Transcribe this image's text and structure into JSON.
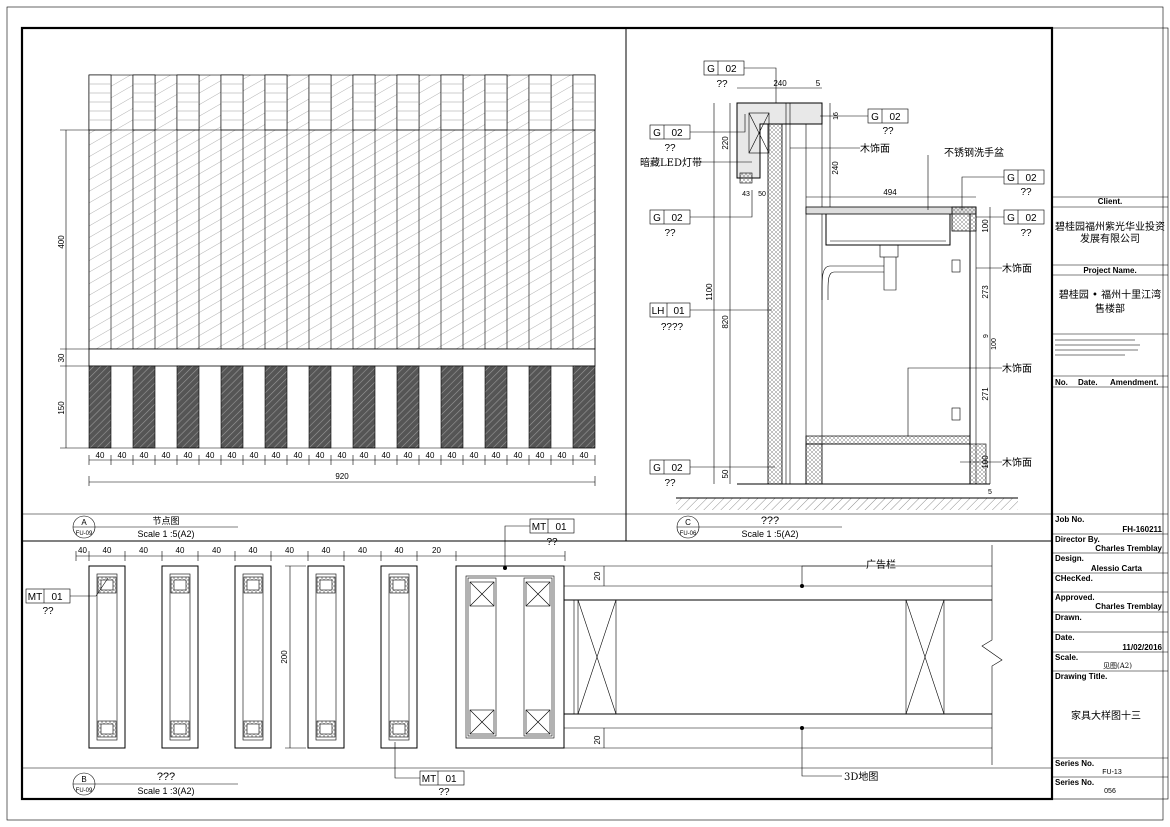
{
  "elevation_a": {
    "dims_bottom": [
      "40",
      "40",
      "40",
      "40",
      "40",
      "40",
      "40",
      "40",
      "40",
      "40",
      "40",
      "40",
      "40",
      "40",
      "40",
      "40",
      "40",
      "40",
      "40",
      "40",
      "40",
      "40",
      "40"
    ],
    "total_width": "920",
    "dims_left": [
      "400",
      "30",
      "150"
    ],
    "title": "节点图",
    "scale": "Scale 1 :5(A2)",
    "bubble_letter": "A",
    "bubble_ref": "FU-09"
  },
  "section_c": {
    "tags": [
      {
        "code": "G",
        "num": "02",
        "sub": "??"
      },
      {
        "code": "G",
        "num": "02",
        "sub": "??"
      },
      {
        "code": "G",
        "num": "02",
        "sub": "??"
      },
      {
        "code": "G",
        "num": "02",
        "sub": "??"
      },
      {
        "code": "G",
        "num": "02",
        "sub": "??"
      },
      {
        "code": "G",
        "num": "02",
        "sub": "??"
      },
      {
        "code": "LH",
        "num": "01",
        "sub": "????"
      },
      {
        "code": "G",
        "num": "02",
        "sub": "??"
      }
    ],
    "labels": {
      "wood1": "木饰面",
      "sink": "不锈钢洗手盆",
      "led": "暗藏LED灯带",
      "wood2": "木饰面",
      "wood3": "木饰面",
      "wood4": "木饰面"
    },
    "dims": {
      "top": "240",
      "top_small": "5",
      "d16": "16",
      "d240": "240",
      "d494": "494",
      "d43": "43",
      "d50": "50",
      "d220": "220",
      "d1100": "1100",
      "d820": "820",
      "d50b": "50",
      "d100": "100",
      "d273": "273",
      "d9": "9",
      "d100b": "100",
      "d271": "271",
      "d100c": "100",
      "d5": "5"
    },
    "title": "???",
    "scale": "Scale 1 :5(A2)",
    "bubble_letter": "C",
    "bubble_ref": "FU-06"
  },
  "plan_b": {
    "dims_top": [
      "40",
      "40",
      "40",
      "40",
      "40",
      "40",
      "40",
      "40",
      "40",
      "40",
      "20"
    ],
    "dim_200": "200",
    "dims_right_20": [
      "20",
      "20"
    ],
    "tags": [
      {
        "code": "MT",
        "num": "01",
        "sub": "??"
      },
      {
        "code": "MT",
        "num": "01",
        "sub": "??"
      },
      {
        "code": "MT",
        "num": "01",
        "sub": "??"
      }
    ],
    "label_ad": "广告栏",
    "label_3d": "3D地图",
    "title": "???",
    "scale": "Scale 1 :3(A2)",
    "bubble_letter": "B",
    "bubble_ref": "FU-09"
  },
  "title_block": {
    "client_label": "Client.",
    "client_name_1": "碧桂园福州紫光华业投资",
    "client_name_2": "发展有限公司",
    "project_label": "Project Name.",
    "project_name_1": "碧桂园 • 福州十里江湾",
    "project_name_2": "售楼部",
    "amend_no": "No.",
    "amend_date": "Date.",
    "amend_amendment": "Amendment.",
    "job_label": "Job No.",
    "job_value": "FH-160211",
    "director_label": "Director By.",
    "director_value": "Charles Tremblay",
    "design_label": "Design.",
    "design_value": "Alessio Carta",
    "checked_label": "CHecKed.",
    "approved_label": "Approved.",
    "approved_value": "Charles Tremblay",
    "drawn_label": "Drawn.",
    "date_label": "Date.",
    "date_value": "11/02/2016",
    "scale_label": "Scale.",
    "scale_value": "见图(A2)",
    "drawing_title_label": "Drawing Title.",
    "drawing_title": "家具大样图十三",
    "series_label_1": "Series No.",
    "series_value_1": "FU-13",
    "series_label_2": "Series No.",
    "series_value_2": "056"
  }
}
